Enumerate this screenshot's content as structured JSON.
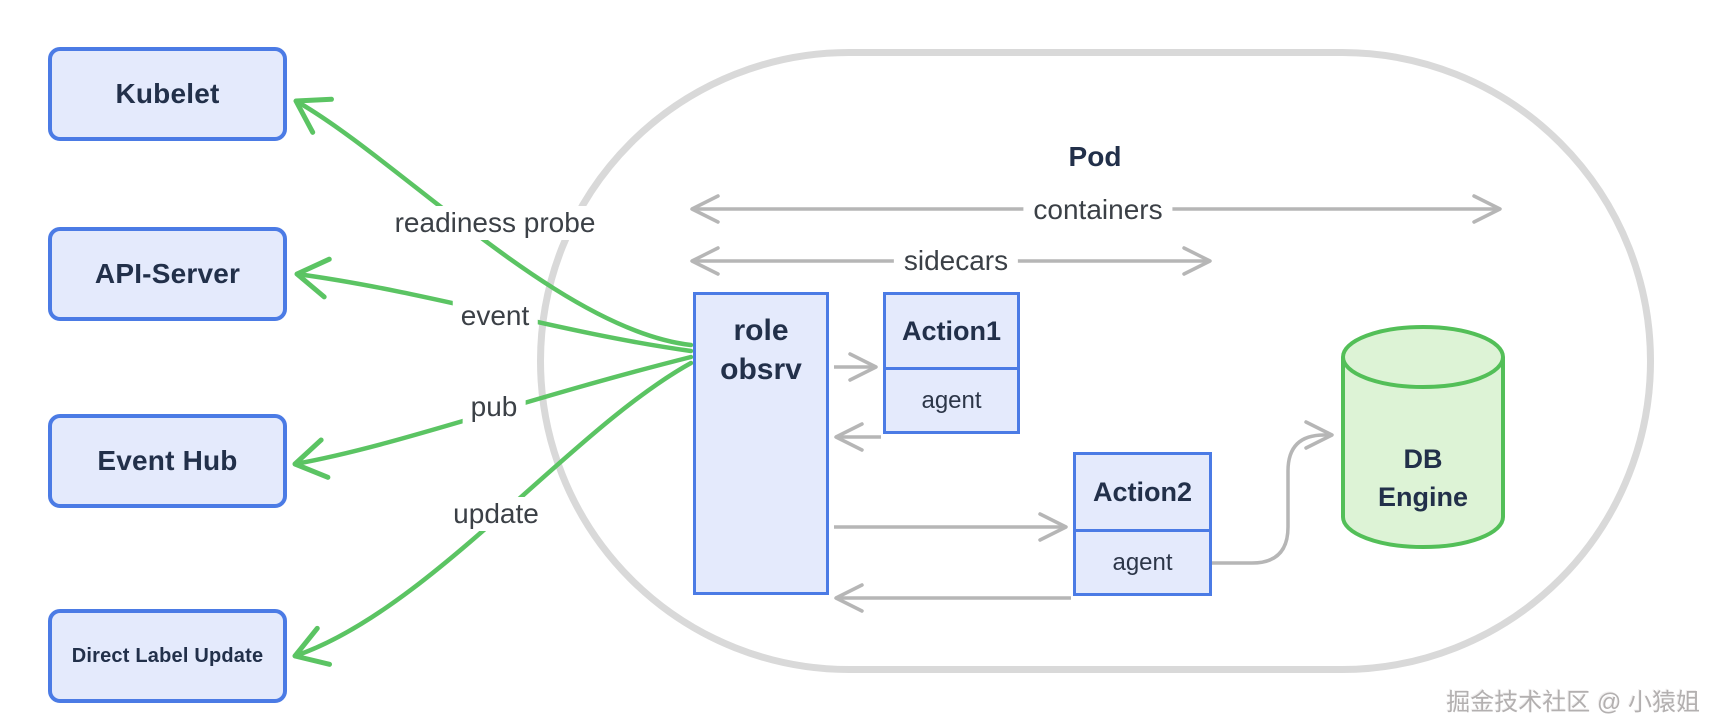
{
  "external_nodes": [
    {
      "label": "Kubelet"
    },
    {
      "label": "API-Server"
    },
    {
      "label": "Event Hub"
    },
    {
      "label": "Direct Label Update"
    }
  ],
  "flow_labels": [
    {
      "label": "readiness probe"
    },
    {
      "label": "event"
    },
    {
      "label": "pub"
    },
    {
      "label": "update"
    }
  ],
  "pod": {
    "title": "Pod",
    "containers_label": "containers",
    "sidecars_label": "sidecars",
    "role_observer": {
      "line1": "role",
      "line2": "obsrv"
    },
    "action1": {
      "title": "Action1",
      "agent": "agent"
    },
    "action2": {
      "title": "Action2",
      "agent": "agent"
    }
  },
  "db_engine": {
    "line1": "DB",
    "line2": "Engine"
  },
  "watermark": "掘金技术社区 @ 小猿姐",
  "colors": {
    "node_fill": "#e4eafc",
    "node_border": "#4b7be5",
    "arrow_green": "#5bc463",
    "arrow_gray": "#b6b6b6",
    "pod_border": "#d9d9d9",
    "db_fill": "#ddf3d6",
    "db_border": "#53bf58",
    "text_dark": "#22304a"
  }
}
